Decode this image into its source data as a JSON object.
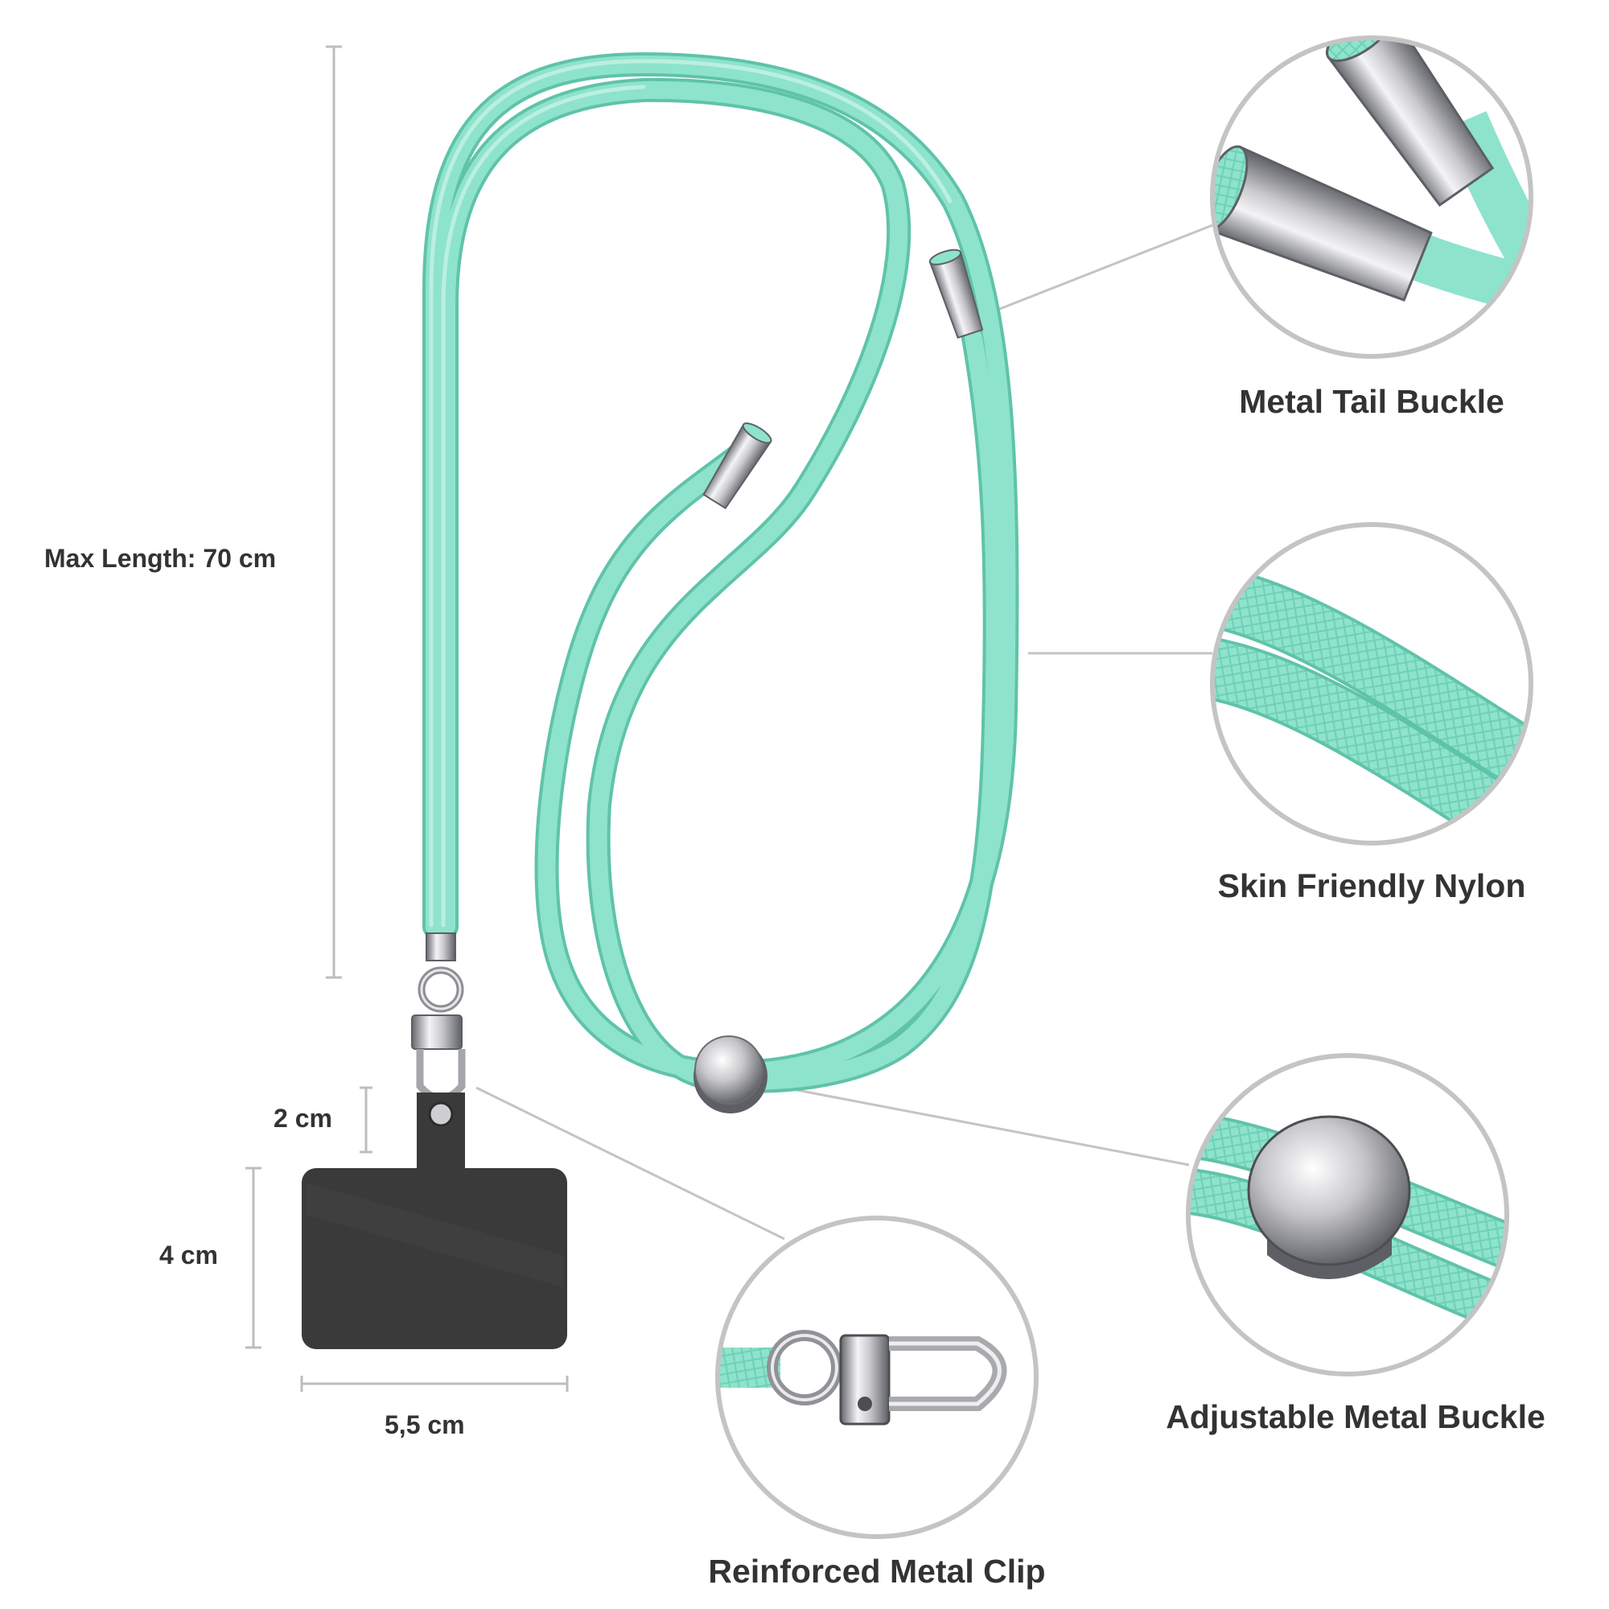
{
  "colors": {
    "cord": "#8ee3cc",
    "cord_shadow": "#5fc3a9",
    "cord_highlight": "#c7f3e6",
    "metal": "#b8b8bc",
    "metal_dark": "#55575c",
    "metal_light": "#f2f2f4",
    "card": "#3a3a3a",
    "guide_line": "#c4c4c4",
    "text": "#333333"
  },
  "dimensions": {
    "max_length": "Max Length: 70 cm",
    "loop_height": "2 cm",
    "card_height": "4 cm",
    "card_width": "5,5 cm"
  },
  "features": {
    "tail_buckle": "Metal Tail Buckle",
    "nylon": "Skin Friendly Nylon",
    "adjustable_buckle": "Adjustable Metal Buckle",
    "metal_clip": "Reinforced Metal Clip"
  },
  "icons": {
    "tail_buckle": "metal-tail-buckle-icon",
    "nylon": "nylon-cord-icon",
    "adjustable_buckle": "adjustable-buckle-icon",
    "metal_clip": "metal-clip-icon"
  }
}
